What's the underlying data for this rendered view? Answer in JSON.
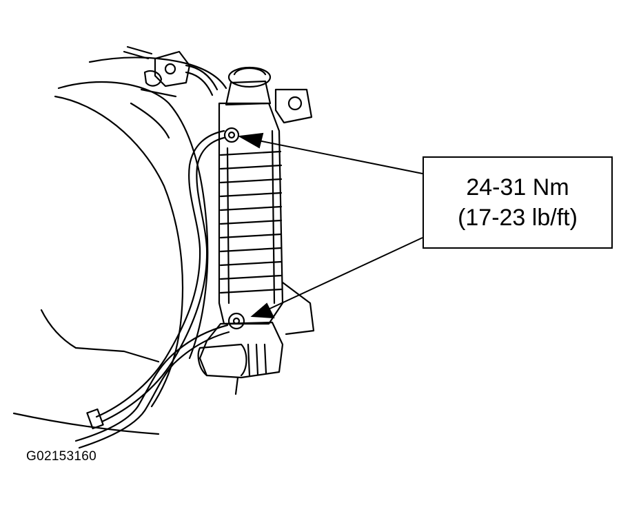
{
  "callout": {
    "line1": "24-31 Nm",
    "line2": "(17-23 lb/ft)"
  },
  "figure_id": "G02153160",
  "colors": {
    "ink": "#000000",
    "paper": "#ffffff"
  }
}
